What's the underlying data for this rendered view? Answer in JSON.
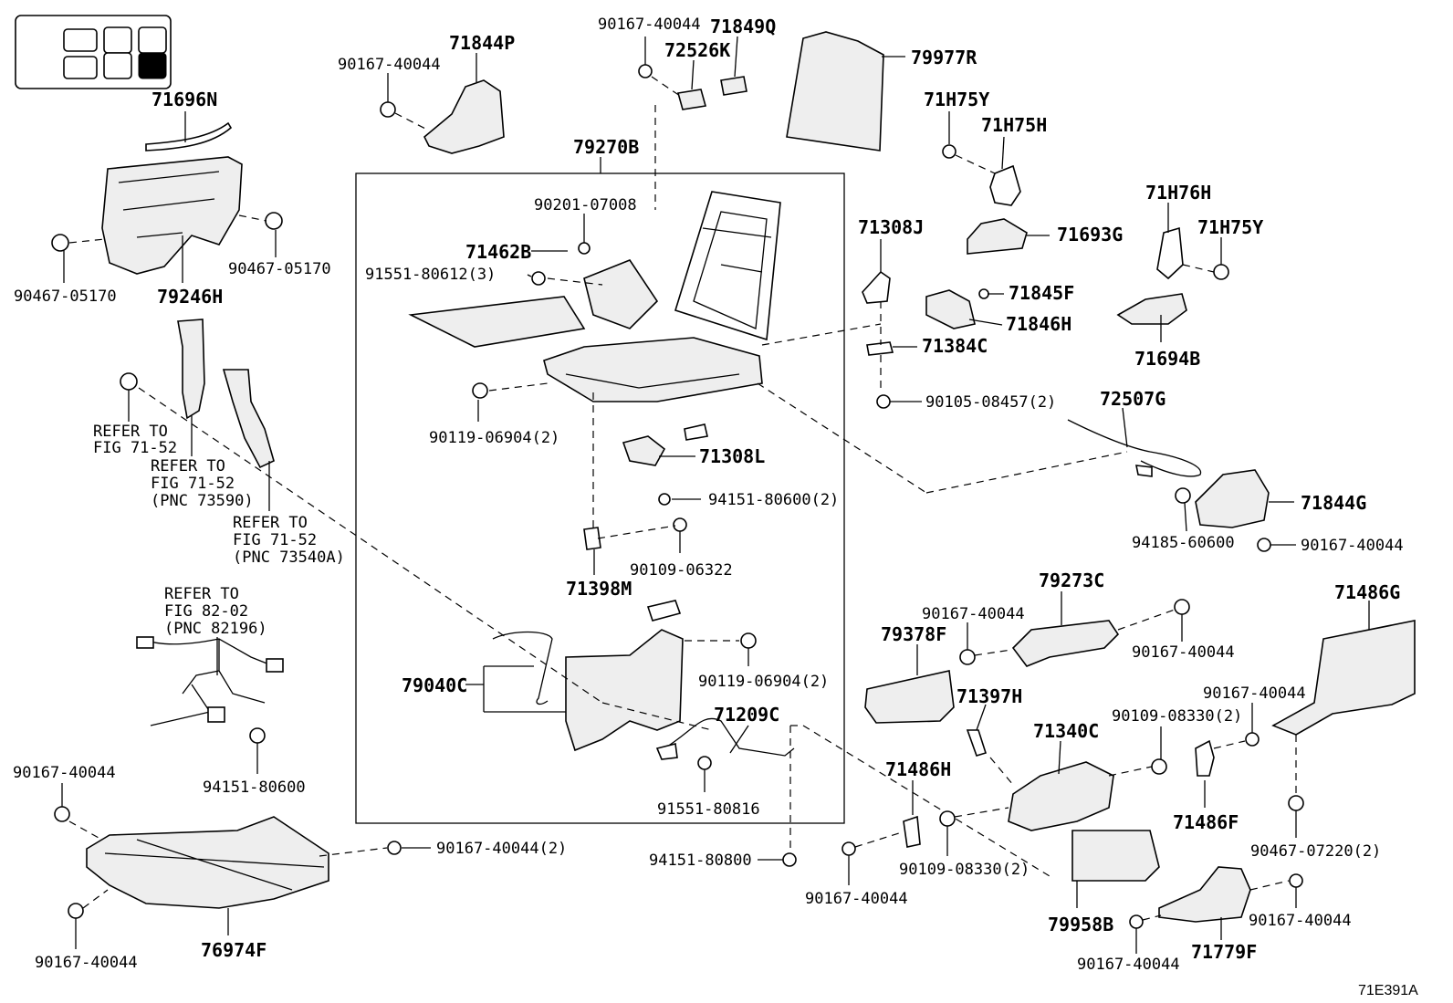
{
  "figure_code": "71E391A",
  "labels": {
    "l71696N": "71696N",
    "l79246H": "79246H",
    "l90467_05170a": "90467-05170",
    "l90467_05170b": "90467-05170",
    "l90167_40044_tl": "90167-40044",
    "l71844P": "71844P",
    "l90167_40044_tc": "90167-40044",
    "l72526K": "72526K",
    "l71849Q": "71849Q",
    "l79977R": "79977R",
    "l79270B": "79270B",
    "l90201_07008": "90201-07008",
    "l71462B": "71462B",
    "l91551_80612": "91551-80612(3)",
    "l90119_06904a": "90119-06904(2)",
    "l71308L": "71308L",
    "l94151_80600_2": "94151-80600(2)",
    "l90109_06322": "90109-06322",
    "l71398M": "71398M",
    "l79040C": "79040C",
    "l90119_06904b": "90119-06904(2)",
    "l71209C": "71209C",
    "l91551_80816": "91551-80816",
    "l94151_80800": "94151-80800",
    "l71H75Y_a": "71H75Y",
    "l71H75H": "71H75H",
    "l71693G": "71693G",
    "l71H76H": "71H76H",
    "l71H75Y_b": "71H75Y",
    "l71694B": "71694B",
    "l71308J": "71308J",
    "l71845F": "71845F",
    "l71846H": "71846H",
    "l71384C": "71384C",
    "l90105_08457": "90105-08457(2)",
    "l72507G": "72507G",
    "l71844G": "71844G",
    "l94185_60600": "94185-60600",
    "l90167_40044_r1": "90167-40044",
    "l71486G": "71486G",
    "l79273C": "79273C",
    "l90167_40044_m1": "90167-40044",
    "l90167_40044_m2": "90167-40044",
    "l79378F": "79378F",
    "l71397H": "71397H",
    "l71340C": "71340C",
    "l90109_08330a": "90109-08330(2)",
    "l90167_40044_m3": "90167-40044",
    "l71486F": "71486F",
    "l71486H": "71486H",
    "l90109_08330b": "90109-08330(2)",
    "l90167_40044_b1": "90167-40044",
    "l79958B": "79958B",
    "l90167_40044_b2": "90167-40044",
    "l71779F": "71779F",
    "l90167_40044_b3": "90167-40044",
    "l90467_07220": "90467-07220(2)",
    "l94151_80600": "94151-80600",
    "l90167_40044_ll": "90167-40044",
    "l90167_40044_2": "90167-40044(2)",
    "l76974F": "76974F",
    "l90167_40044_lb": "90167-40044"
  },
  "refs": {
    "r1a": "REFER TO",
    "r1b": "FIG 71-52",
    "r2a": "REFER TO",
    "r2b": "FIG 71-52",
    "r2c": "(PNC 73590)",
    "r3a": "REFER TO",
    "r3b": "FIG 71-52",
    "r3c": "(PNC 73540A)",
    "r4a": "REFER TO",
    "r4b": "FIG 82-02",
    "r4c": "(PNC 82196)"
  }
}
